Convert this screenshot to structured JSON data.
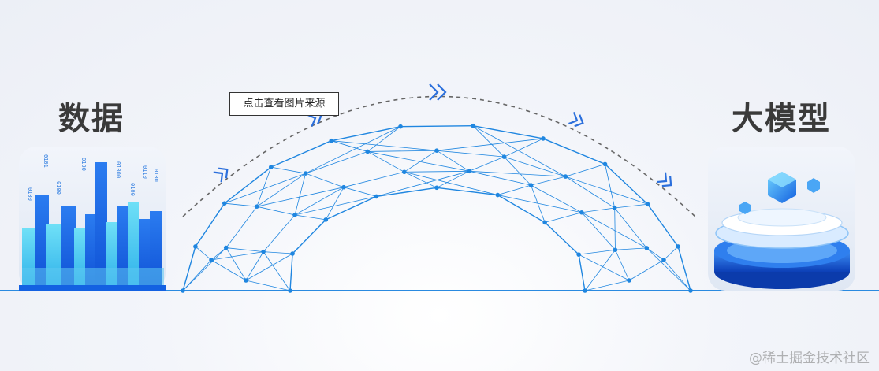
{
  "left_block": {
    "title": "数据"
  },
  "right_block": {
    "title": "大模型"
  },
  "tooltip": {
    "text": "点击查看图片来源"
  },
  "watermark": {
    "text": "@稀土掘金技术社区"
  },
  "binary_labels": [
    "0101",
    "0100",
    "0100",
    "01000",
    "0100",
    "0110",
    "0100",
    "0100"
  ],
  "colors": {
    "accent": "#1f86e0",
    "bar_dark": "#1565e6",
    "bar_light": "#52c8f2",
    "title": "#3a3a3a"
  }
}
